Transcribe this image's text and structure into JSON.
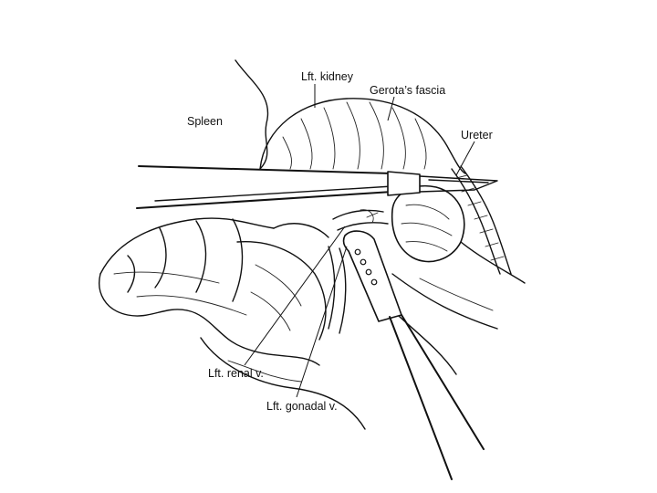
{
  "labels": {
    "spleen": "Spleen",
    "left_kidney": "Lft. kidney",
    "gerotas_fascia": "Gerota’s fascia",
    "ureter": "Ureter",
    "left_renal_vein": "Lft. renal v.",
    "left_gonadal_vein": "Lft. gonadal v."
  },
  "colors": {
    "ink": "#111111",
    "background": "#ffffff"
  }
}
